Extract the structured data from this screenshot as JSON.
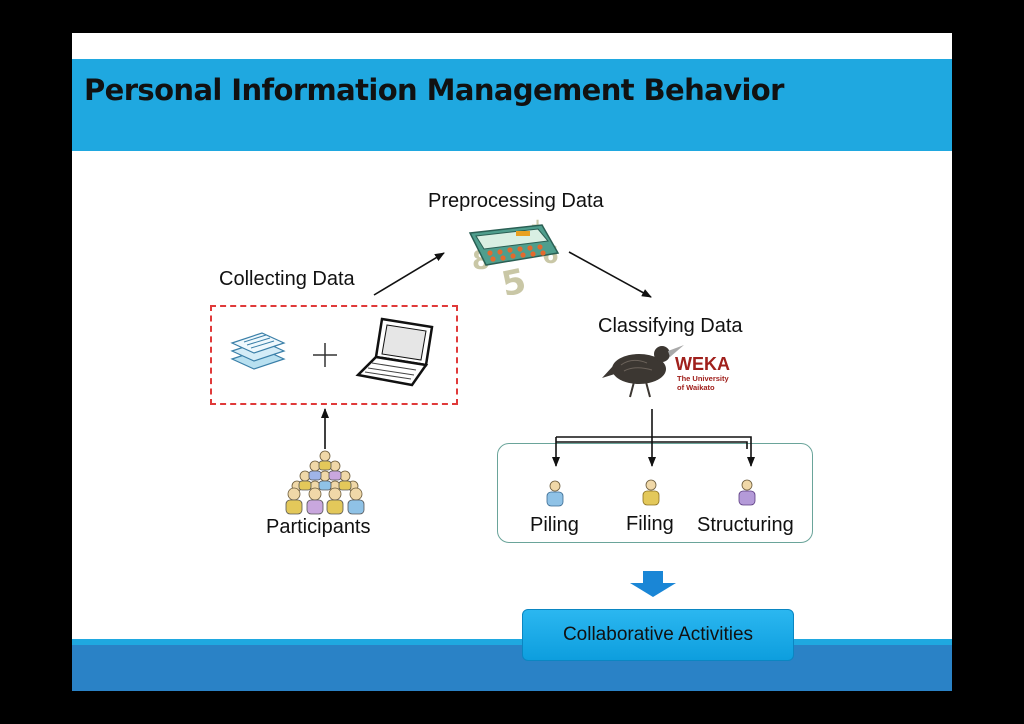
{
  "title": "Personal Information Management Behavior",
  "steps": {
    "collecting": "Collecting Data",
    "preprocessing": "Preprocessing Data",
    "classifying": "Classifying Data",
    "participants": "Participants"
  },
  "roles": [
    "Piling",
    "Filing",
    "Structuring"
  ],
  "weka": {
    "name": "WEKA",
    "line1": "The University",
    "line2": "of Waikato"
  },
  "outcome": "Collaborative Activities",
  "colors": {
    "title_bar": "#1fa8e0",
    "bottom_bar": "#2a82c6",
    "dashed_box": "#e03a3a",
    "arrow_down": "#1a86d6"
  }
}
